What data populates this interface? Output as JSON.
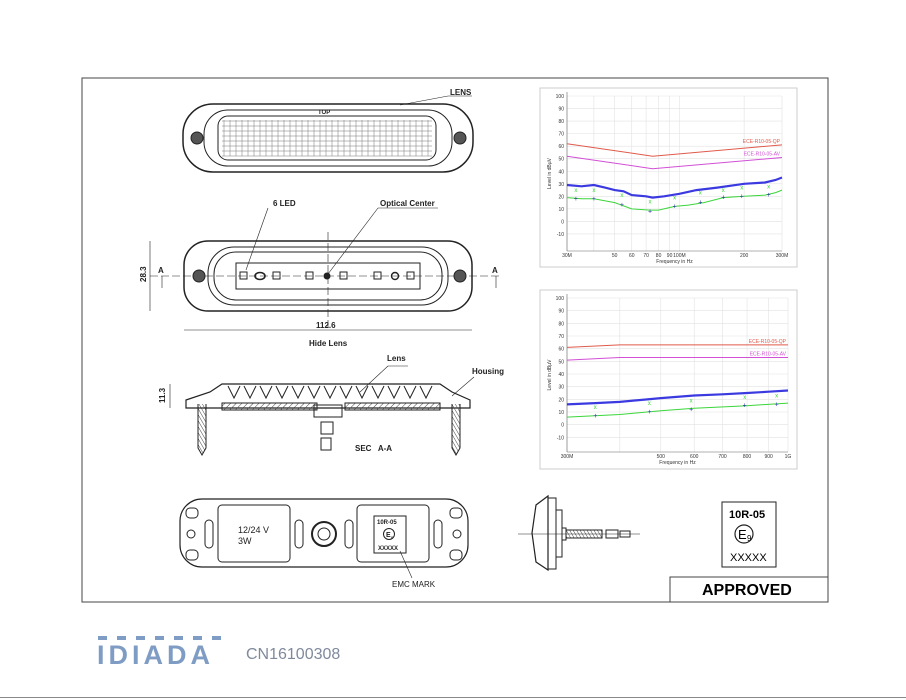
{
  "drawing": {
    "top_view": {
      "lens_label": "LENS",
      "top_label": "TOP"
    },
    "front_view": {
      "led_label": "6 LED",
      "optical_center_label": "Optical Center",
      "height_dim": "28.3",
      "width_dim": "112.6",
      "section_mark": "A",
      "caption": "Hide Lens"
    },
    "section_view": {
      "height_dim": "11.3",
      "lens_label": "Lens",
      "housing_label": "Housing",
      "section_caption": "SEC   A-A"
    },
    "back_view": {
      "voltage": "12/24 V",
      "power": "3W",
      "emc_mark_label": "EMC MARK",
      "mark_reg": "10R-05",
      "mark_e": "E",
      "mark_e_num": "9",
      "mark_code": "XXXXX"
    },
    "approval_mark": {
      "reg": "10R-05",
      "e": "E",
      "e_num": "9",
      "code": "XXXXX"
    },
    "approved_label": "APPROVED"
  },
  "footer": {
    "logo": "IDIADA",
    "doc_number": "CN16100308"
  },
  "colors": {
    "qp_limit": "#e05a4a",
    "av_limit": "#d24fd6",
    "peak": "#3a3ae0",
    "average": "#3bd63b",
    "logo": "#7f9cc4"
  },
  "chart_data": [
    {
      "type": "line",
      "xscale": "log",
      "xlabel": "Frequency in Hz",
      "ylabel": "Level in dBµV",
      "xlim": [
        30,
        300
      ],
      "ylim": [
        -20,
        100
      ],
      "x_ticks": [
        {
          "v": 30,
          "label": "30M"
        },
        {
          "v": 40,
          "label": ""
        },
        {
          "v": 50,
          "label": "50"
        },
        {
          "v": 60,
          "label": "60"
        },
        {
          "v": 70,
          "label": "70"
        },
        {
          "v": 80,
          "label": "80"
        },
        {
          "v": 90,
          "label": "90"
        },
        {
          "v": 100,
          "label": "100M"
        },
        {
          "v": 200,
          "label": "200"
        },
        {
          "v": 300,
          "label": "300M"
        }
      ],
      "y_ticks": [
        100,
        90,
        80,
        70,
        60,
        50,
        40,
        30,
        20,
        10,
        0,
        -10
      ],
      "grid": true,
      "series": [
        {
          "name": "ECE-R10-05-QP",
          "color": "#e05a4a",
          "points": [
            [
              30,
              62
            ],
            [
              75,
              52
            ],
            [
              300,
              61
            ]
          ]
        },
        {
          "name": "ECE-R10-05-AV",
          "color": "#d24fd6",
          "points": [
            [
              30,
              52
            ],
            [
              75,
              42
            ],
            [
              300,
              51
            ]
          ]
        },
        {
          "color": "#3a3ae0",
          "points": [
            [
              30,
              29
            ],
            [
              35,
              28
            ],
            [
              40,
              29
            ],
            [
              45,
              27
            ],
            [
              50,
              25
            ],
            [
              55,
              24
            ],
            [
              60,
              21
            ],
            [
              70,
              20
            ],
            [
              75,
              19
            ],
            [
              85,
              20
            ],
            [
              100,
              22
            ],
            [
              120,
              25
            ],
            [
              150,
              27
            ],
            [
              200,
              30
            ],
            [
              250,
              31
            ],
            [
              280,
              33
            ],
            [
              300,
              35
            ]
          ]
        },
        {
          "color": "#3bd63b",
          "points": [
            [
              30,
              19
            ],
            [
              35,
              18
            ],
            [
              40,
              18
            ],
            [
              50,
              15
            ],
            [
              60,
              10
            ],
            [
              73,
              9
            ],
            [
              80,
              9
            ],
            [
              95,
              12
            ],
            [
              110,
              13
            ],
            [
              130,
              15
            ],
            [
              160,
              19
            ],
            [
              200,
              20
            ],
            [
              250,
              21
            ],
            [
              280,
              23
            ],
            [
              300,
              25
            ]
          ]
        }
      ],
      "markers_plus": [
        [
          33,
          18
        ],
        [
          40,
          18
        ],
        [
          54,
          13
        ],
        [
          73,
          8
        ],
        [
          95,
          12
        ],
        [
          125,
          15
        ],
        [
          160,
          19
        ],
        [
          195,
          20
        ],
        [
          260,
          21
        ]
      ],
      "markers_x": [
        [
          33,
          25
        ],
        [
          40,
          25
        ],
        [
          54,
          21
        ],
        [
          73,
          16
        ],
        [
          95,
          19
        ],
        [
          125,
          23
        ],
        [
          160,
          25
        ],
        [
          195,
          27
        ],
        [
          260,
          28
        ]
      ]
    },
    {
      "type": "line",
      "xscale": "log",
      "xlabel": "Frequency in Hz",
      "ylabel": "Level in dBµV",
      "xlim": [
        300,
        1000
      ],
      "ylim": [
        -20,
        100
      ],
      "x_ticks": [
        {
          "v": 300,
          "label": "300M"
        },
        {
          "v": 400,
          "label": ""
        },
        {
          "v": 500,
          "label": "500"
        },
        {
          "v": 600,
          "label": "600"
        },
        {
          "v": 700,
          "label": "700"
        },
        {
          "v": 800,
          "label": "800"
        },
        {
          "v": 900,
          "label": "900"
        },
        {
          "v": 1000,
          "label": "1G"
        }
      ],
      "y_ticks": [
        100,
        90,
        80,
        70,
        60,
        50,
        40,
        30,
        20,
        10,
        0,
        -10
      ],
      "grid": true,
      "series": [
        {
          "name": "ECE-R10-05-QP",
          "color": "#e05a4a",
          "points": [
            [
              300,
              61
            ],
            [
              400,
              63
            ],
            [
              1000,
              63
            ]
          ]
        },
        {
          "name": "ECE-R10-05-AV",
          "color": "#d24fd6",
          "points": [
            [
              300,
              51
            ],
            [
              400,
              53
            ],
            [
              1000,
              53
            ]
          ]
        },
        {
          "color": "#3a3ae0",
          "points": [
            [
              300,
              16
            ],
            [
              350,
              17
            ],
            [
              400,
              18
            ],
            [
              500,
              21
            ],
            [
              600,
              23
            ],
            [
              700,
              24
            ],
            [
              800,
              25
            ],
            [
              900,
              26
            ],
            [
              1000,
              27
            ]
          ]
        },
        {
          "color": "#3bd63b",
          "points": [
            [
              300,
              6
            ],
            [
              400,
              8
            ],
            [
              500,
              11
            ],
            [
              600,
              13
            ],
            [
              800,
              15
            ],
            [
              1000,
              17
            ]
          ]
        }
      ],
      "markers_plus": [
        [
          350,
          7
        ],
        [
          470,
          10
        ],
        [
          590,
          12
        ],
        [
          790,
          15
        ],
        [
          940,
          16
        ]
      ],
      "markers_x": [
        [
          350,
          14
        ],
        [
          470,
          17
        ],
        [
          590,
          19
        ],
        [
          790,
          22
        ],
        [
          940,
          23
        ]
      ]
    }
  ]
}
